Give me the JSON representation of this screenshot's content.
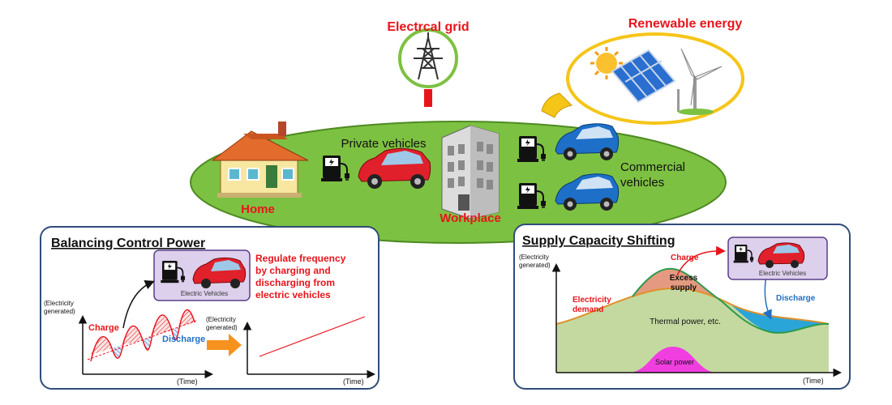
{
  "top": {
    "grid_label": "Electrcal grid",
    "renewable_label": "Renewable energy",
    "private_vehicles": "Private vehicles",
    "commercial_line1": "Commercial",
    "commercial_line2": "vehicles",
    "home_label": "Home",
    "workplace_label": "Workplace"
  },
  "left_panel": {
    "title": "Balancing Control Power",
    "callout_line1": "Regulate frequency",
    "callout_line2": "by charging and",
    "callout_line3": "discharging  from",
    "callout_line4": "electric vehicles",
    "ev_box_label": "Electric Vehicles",
    "y_label_line1": "(Electricity",
    "y_label_line2": "generated)",
    "y_label2_line1": "(Electricity",
    "y_label2_line2": "generated)",
    "charge_label": "Charge",
    "discharge_label": "Discharge",
    "time_label_1": "(Time)",
    "time_label_2": "(Time)"
  },
  "right_panel": {
    "title": "Supply Capacity Shifting",
    "y_label_line1": "(Electricity",
    "y_label_line2": "generated)",
    "charge_label": "Charge",
    "excess_line1": "Excess",
    "excess_line2": "supply",
    "demand_line1": "Electricity",
    "demand_line2": "demand",
    "discharge_label": "Discharge",
    "thermal_label": "Thermal power, etc.",
    "solar_label": "Solar power",
    "ev_box_label": "Electric Vehicles",
    "time_label": "(Time)"
  },
  "colors": {
    "red_label": "#e8141c",
    "blue_label": "#1f6fc5",
    "field_green": "#7dc142",
    "panel_border": "#2f4d7a",
    "ev_box_fill": "#ddd0ec",
    "ev_box_border": "#5b3d8a",
    "car_red": "#e0202a",
    "car_blue": "#1d6fc8",
    "thermal_fill": "#c4d9a0",
    "solar_fill": "#f03ee0",
    "excess_fill": "#e49a80",
    "discharge_fill": "#2aa5d8",
    "arrow_orange": "#f7921e"
  }
}
